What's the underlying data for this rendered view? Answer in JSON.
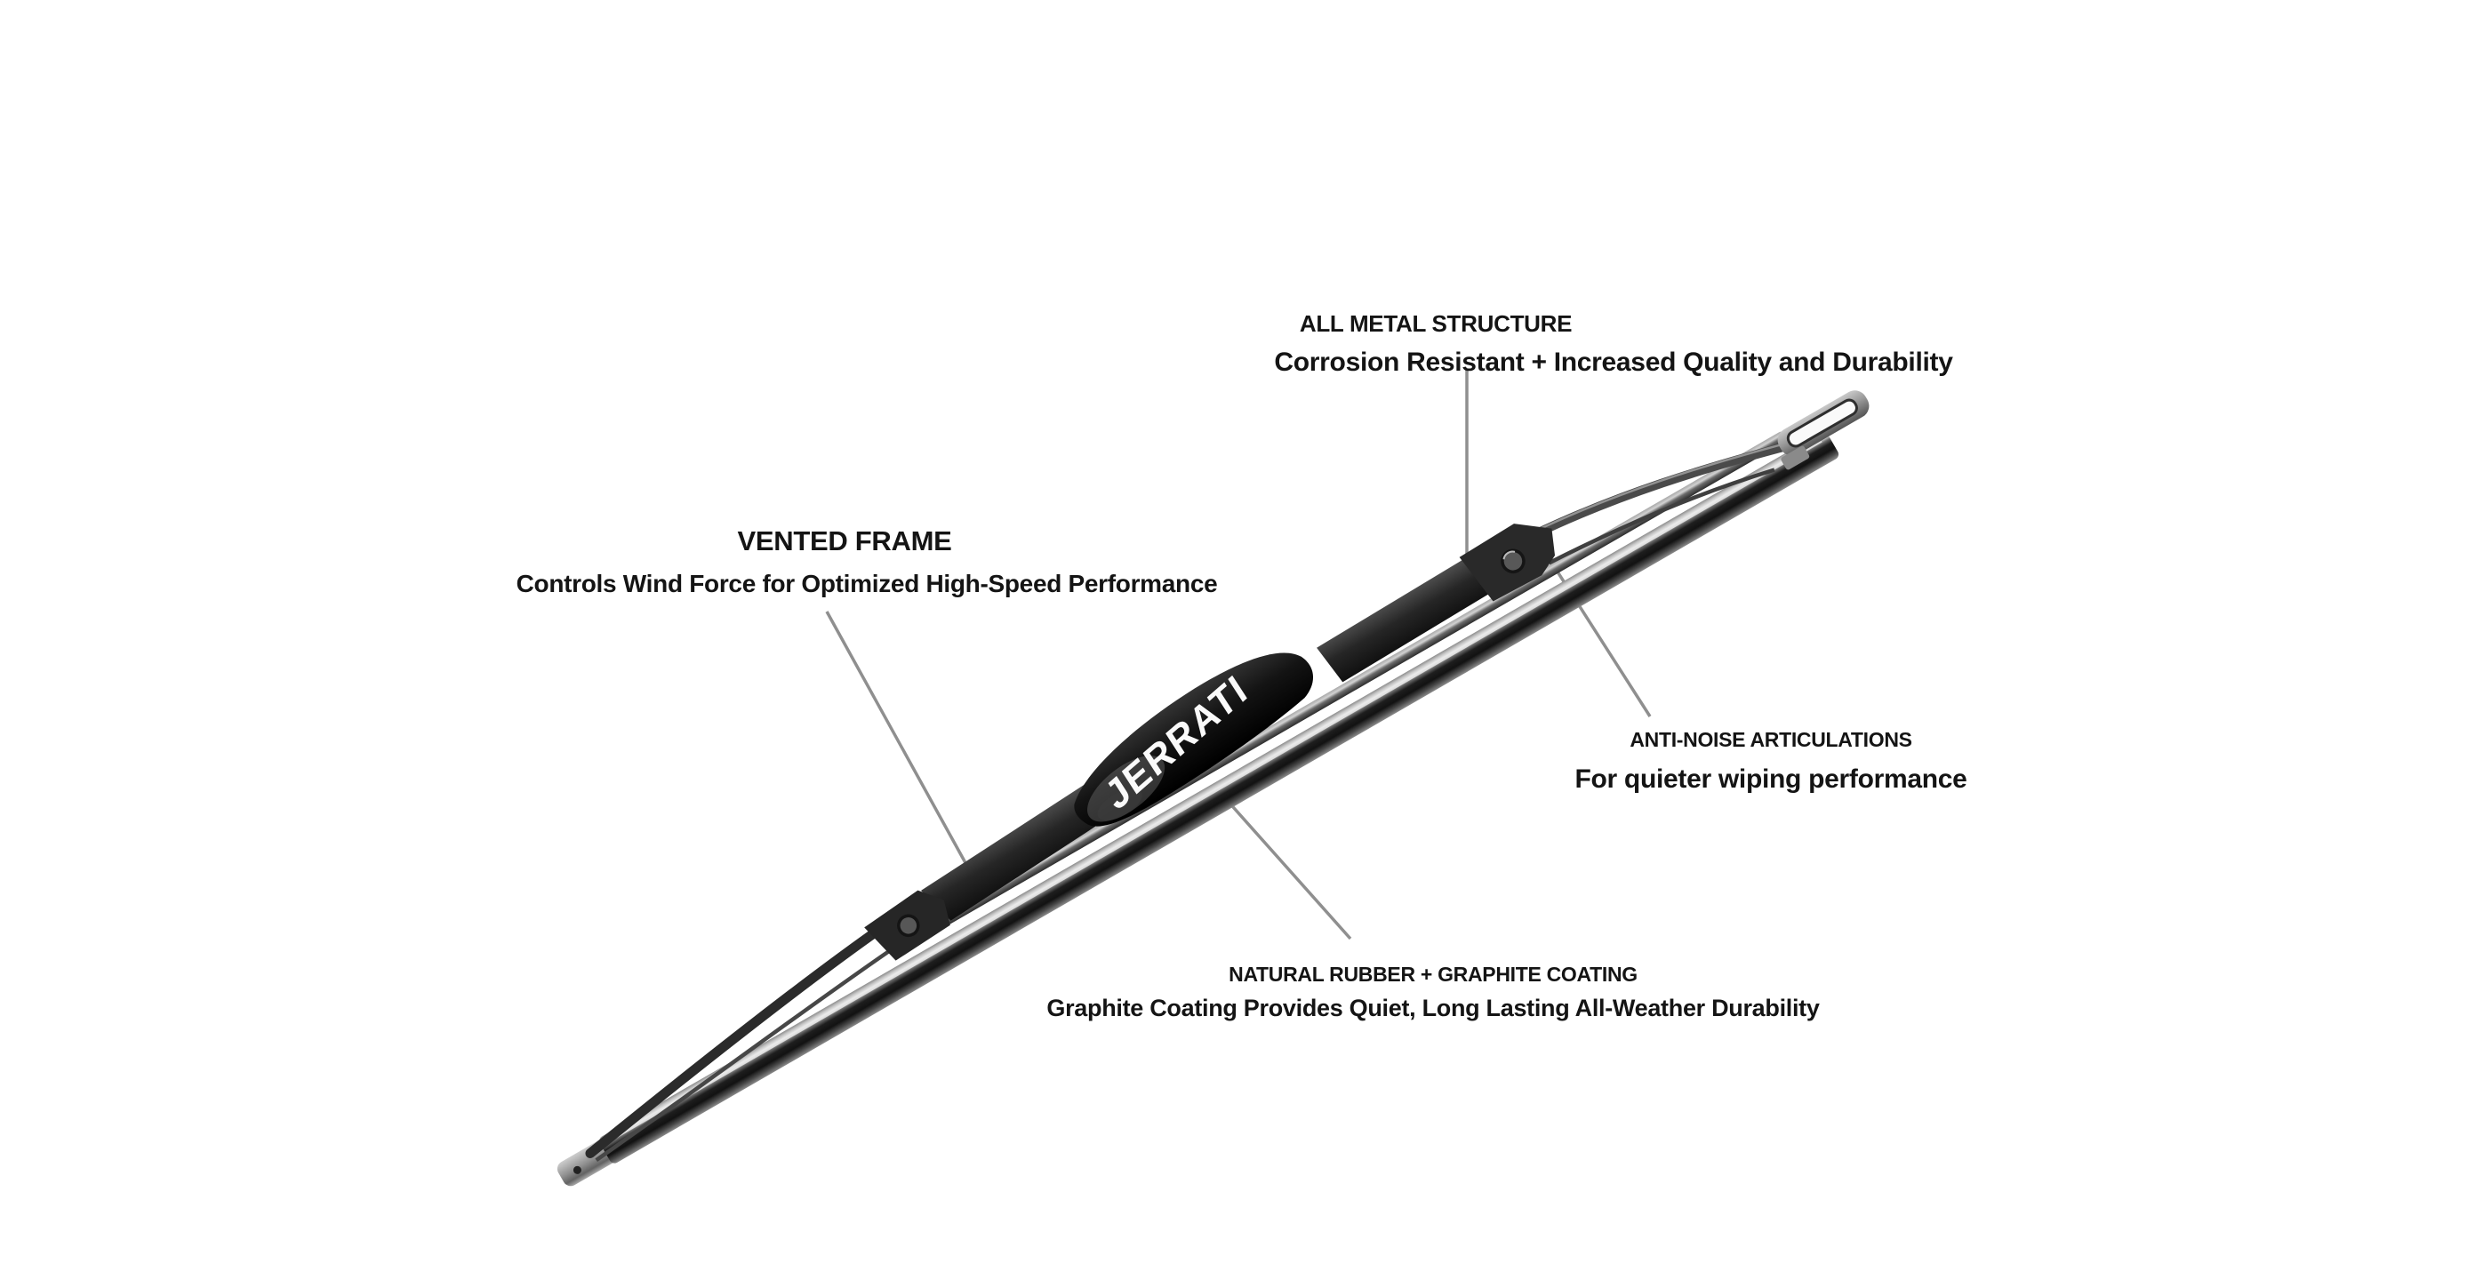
{
  "brand": {
    "name": "JERRATI"
  },
  "callouts": [
    {
      "id": "all-metal-structure",
      "title": "ALL METAL STRUCTURE",
      "subtitle": "Corrosion Resistant + Increased Quality and Durability"
    },
    {
      "id": "vented-frame",
      "title": "VENTED FRAME",
      "subtitle": "Controls Wind Force for Optimized High-Speed Performance"
    },
    {
      "id": "anti-noise-articulations",
      "title": "ANTI-NOISE ARTICULATIONS",
      "subtitle": "For quieter wiping performance"
    },
    {
      "id": "natural-rubber-graphite-coating",
      "title": "NATURAL RUBBER + GRAPHITE COATING",
      "subtitle": "Graphite Coating Provides Quiet, Long Lasting All-Weather Durability"
    }
  ],
  "colors": {
    "background": "#ffffff",
    "text": "#141414",
    "leader_line": "#8f8f8f",
    "blade_black": "#0a0a0a",
    "metal_gray": "#9a9a9a",
    "logo_text": "#fafafa"
  }
}
